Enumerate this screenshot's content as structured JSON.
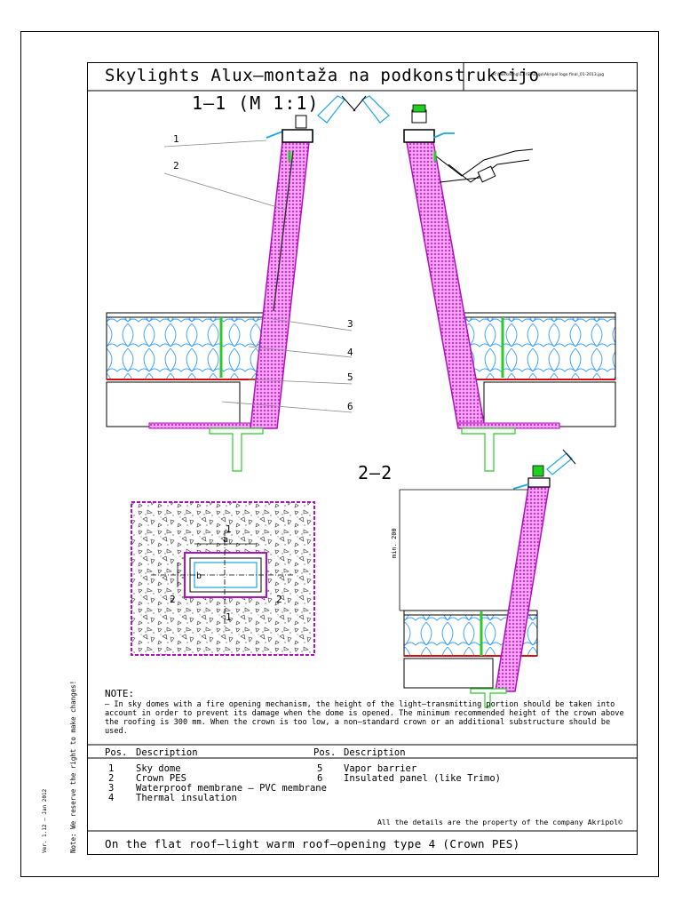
{
  "title": "Skylights Alux–montaža na podkonstrukcijo",
  "file_path": "R:\\Marketing\\11 ISP\\Logo\\Akripol logo final_01-2013.jpg",
  "section_labels": {
    "s1": "1–1 (M 1:1)",
    "s2": "2–2"
  },
  "callouts": [
    "1",
    "2",
    "3",
    "4",
    "5",
    "6"
  ],
  "dimension_labels": {
    "min_height": "min. 200",
    "a": "a",
    "b": "b",
    "cut2": "2",
    "cut1": "1"
  },
  "side_note": "Note: We reserve the right to make changes!",
  "version": "Ver. 1.12 – Jan 2012",
  "note": {
    "title": "NOTE:",
    "text": "– In sky domes with a fire opening mechanism, the height of the light–transmitting portion should be taken into account in order to prevent its damage when the dome is opened. The minimum recommended height of the crown above the roofing is 300 mm. When the crown is too low, a non–standard crown or an additional substructure should be used."
  },
  "legend": {
    "pos_header": "Pos.",
    "desc_header": "Description",
    "left": [
      {
        "pos": "1",
        "desc": "Sky dome"
      },
      {
        "pos": "2",
        "desc": "Crown PES"
      },
      {
        "pos": "3",
        "desc": "Waterproof membrane – PVC membrane"
      },
      {
        "pos": "4",
        "desc": "Thermal insulation"
      }
    ],
    "right": [
      {
        "pos": "5",
        "desc": "Vapor barrier"
      },
      {
        "pos": "6",
        "desc": "Insulated panel (like Trimo)"
      }
    ]
  },
  "copyright": "All the details are the property of the company Akripol©",
  "footer": "On the flat roof–light warm roof–opening type 4 (Crown PES)",
  "colors": {
    "crown": "#e040e8",
    "insulation": "#3aa0ff",
    "fastener": "#2ec82e",
    "barrier": "#d01010",
    "dome": "#1aa8e0",
    "screw_cap": "#20d020"
  }
}
